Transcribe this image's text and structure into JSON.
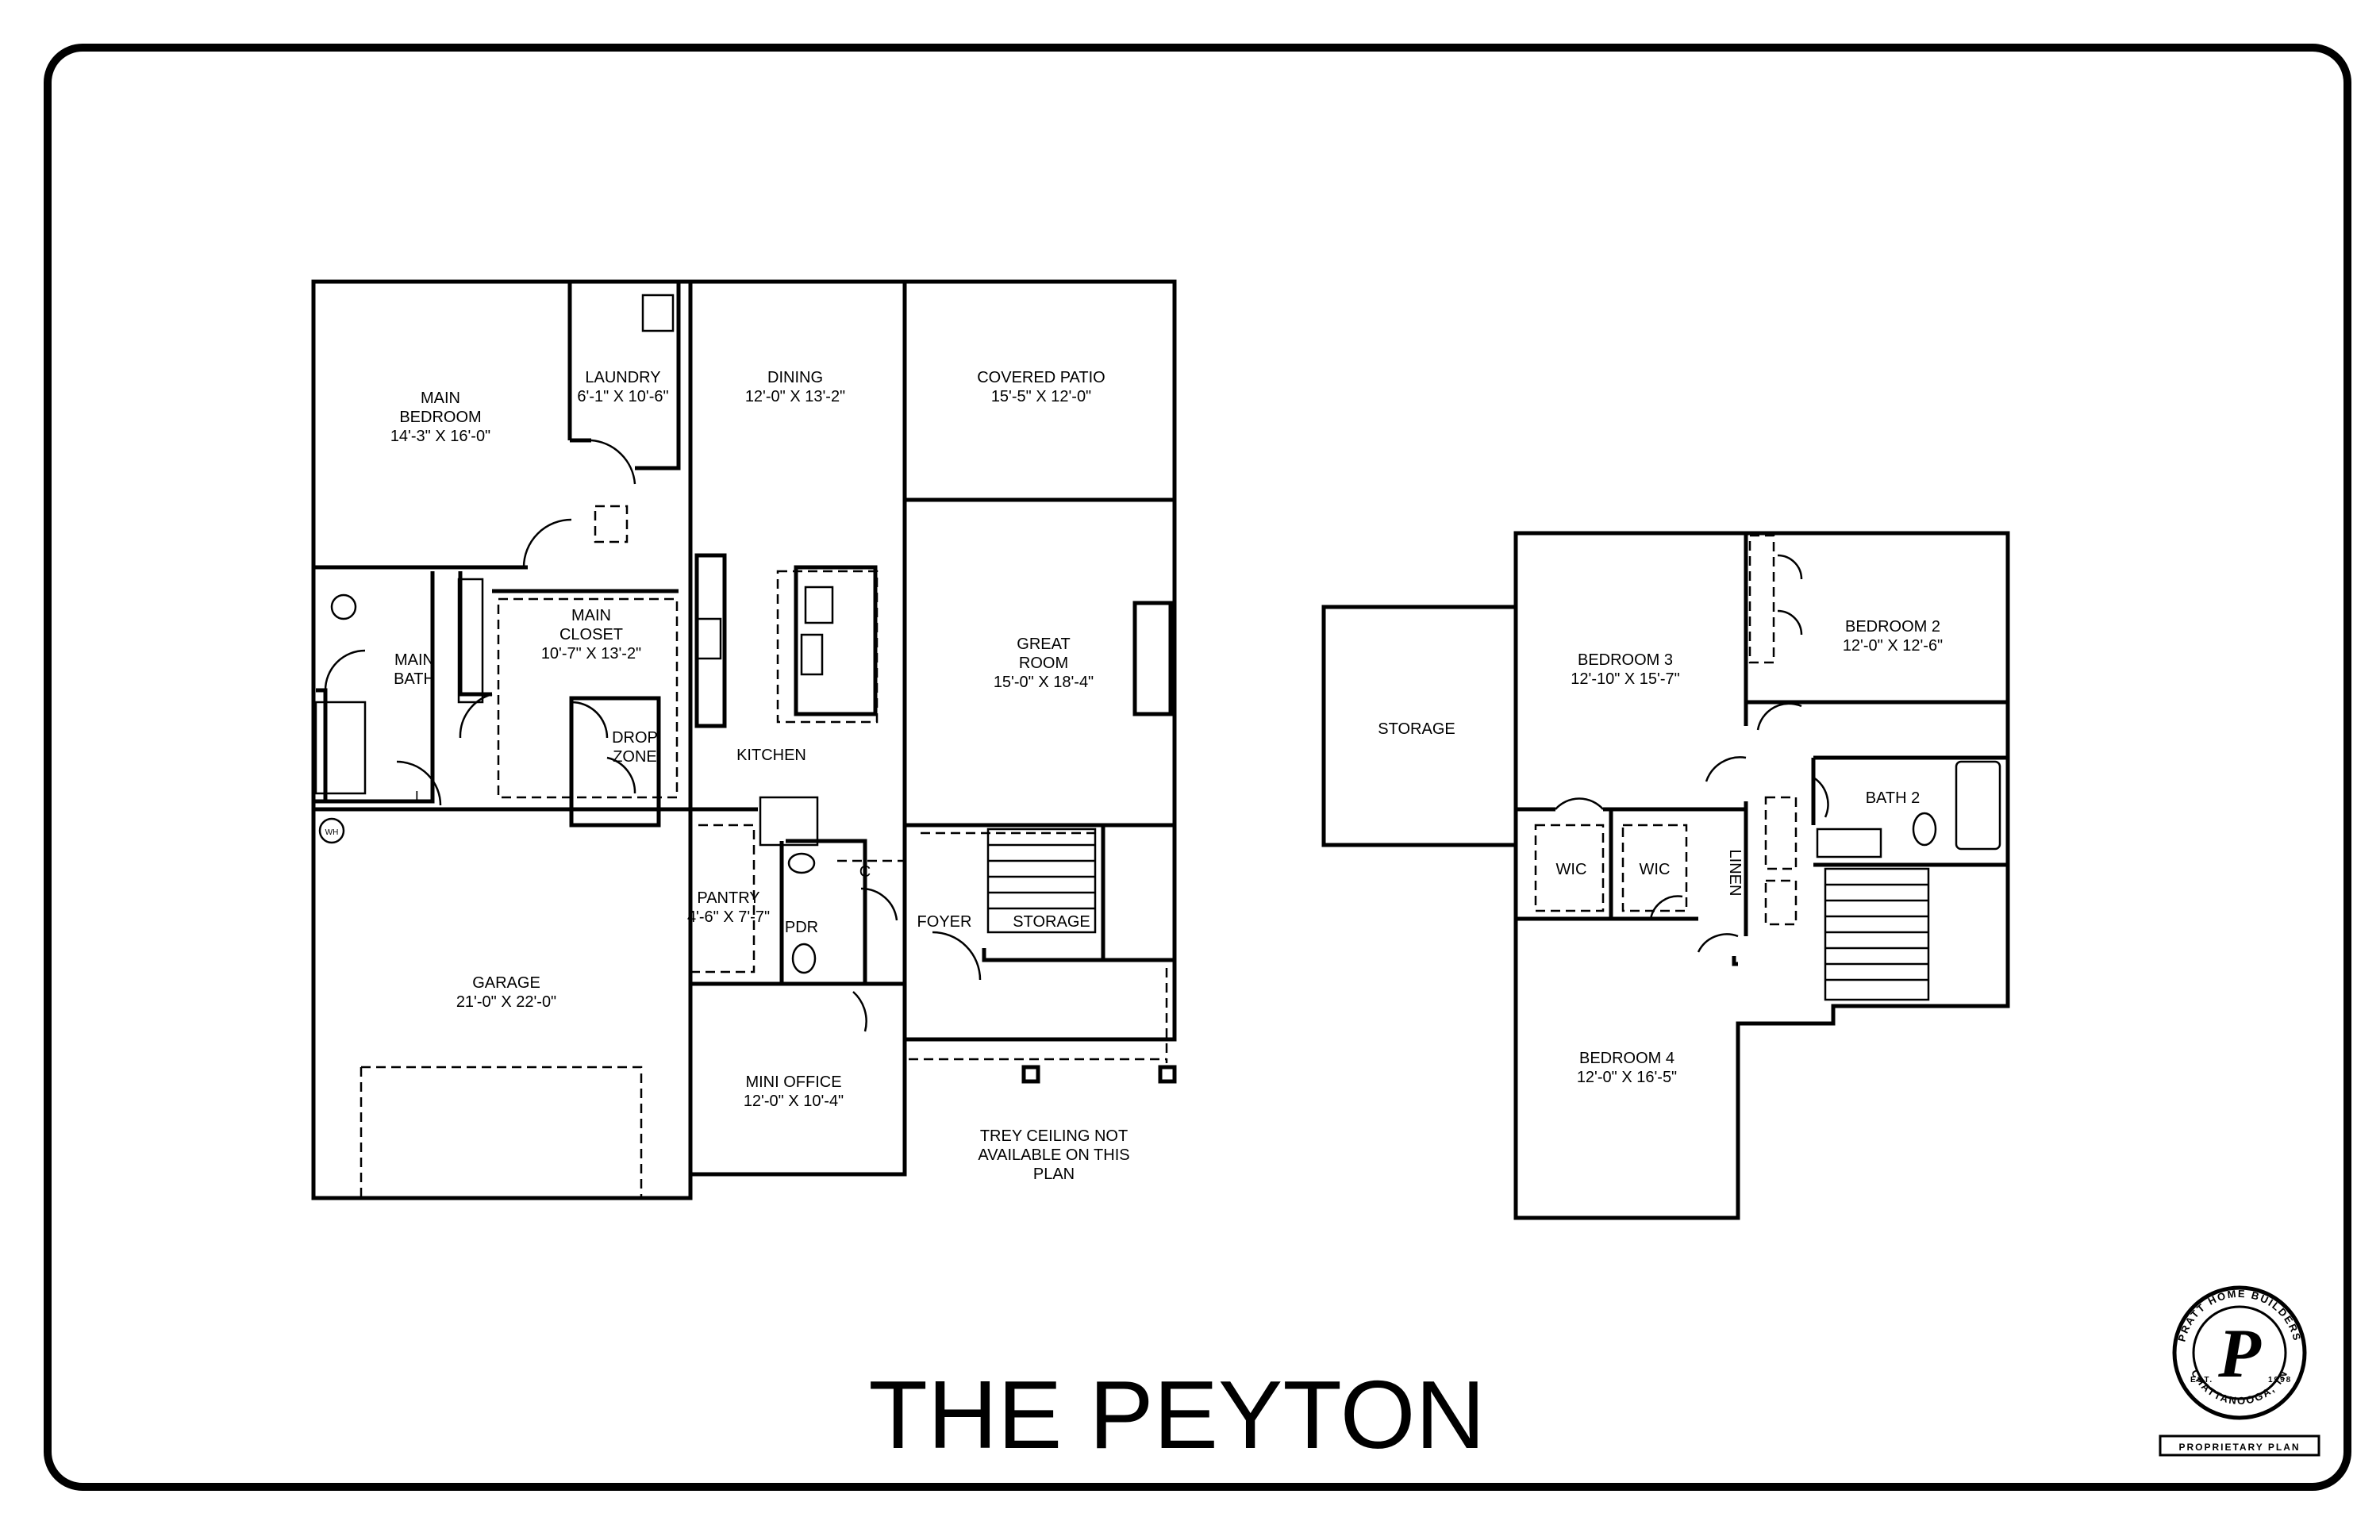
{
  "title": "THE PEYTON",
  "first_floor": {
    "main_bedroom": {
      "name": "MAIN",
      "name2": "BEDROOM",
      "size": "14'-3\" X 16'-0\""
    },
    "laundry": {
      "name": "LAUNDRY",
      "size": "6'-1\" X 10'-6\""
    },
    "dining": {
      "name": "DINING",
      "size": "12'-0\" X 13'-2\""
    },
    "covered_patio": {
      "name": "COVERED PATIO",
      "size": "15'-5\" X 12'-0\""
    },
    "main_closet": {
      "name": "MAIN",
      "name2": "CLOSET",
      "size": "10'-7\" X 13'-2\""
    },
    "main_bath": {
      "name": "MAIN",
      "name2": "BATH"
    },
    "great_room": {
      "name": "GREAT",
      "name2": "ROOM",
      "size": "15'-0\" X 18'-4\""
    },
    "drop_zone": {
      "name": "DROP",
      "name2": "ZONE"
    },
    "kitchen": {
      "name": "KITCHEN"
    },
    "pantry": {
      "name": "PANTRY",
      "size": "4'-6\" X 7'-7\""
    },
    "pdr": {
      "name": "PDR"
    },
    "foyer": {
      "name": "FOYER"
    },
    "storage": {
      "name": "STORAGE"
    },
    "garage": {
      "name": "GARAGE",
      "size": "21'-0\" X 22'-0\""
    },
    "mini_office": {
      "name": "MINI OFFICE",
      "size": "12'-0\" X 10'-4\""
    },
    "note": {
      "line1": "TREY CEILING NOT",
      "line2": "AVAILABLE ON THIS",
      "line3": "PLAN"
    },
    "closet_mark": "C",
    "linen_mark": "L",
    "water_heater": "WH"
  },
  "second_floor": {
    "storage": {
      "name": "STORAGE"
    },
    "bedroom3": {
      "name": "BEDROOM 3",
      "size": "12'-10\" X 15'-7\""
    },
    "bedroom2": {
      "name": "BEDROOM 2",
      "size": "12'-0\" X 12'-6\""
    },
    "bath2": {
      "name": "BATH 2"
    },
    "wic1": {
      "name": "WIC"
    },
    "wic2": {
      "name": "WIC"
    },
    "linen": {
      "name": "LINEN"
    },
    "bedroom4": {
      "name": "BEDROOM 4",
      "size": "12'-0\" X 16'-5\""
    }
  },
  "logo": {
    "letter": "P",
    "ring_text": "PRATT HOME BUILDERS",
    "ring_text2": "CHATTANOOGA, TN",
    "est": "EST.",
    "year": "1998",
    "badge": "PROPRIETARY PLAN"
  },
  "colors": {
    "ink": "#000000",
    "paper": "#ffffff"
  }
}
